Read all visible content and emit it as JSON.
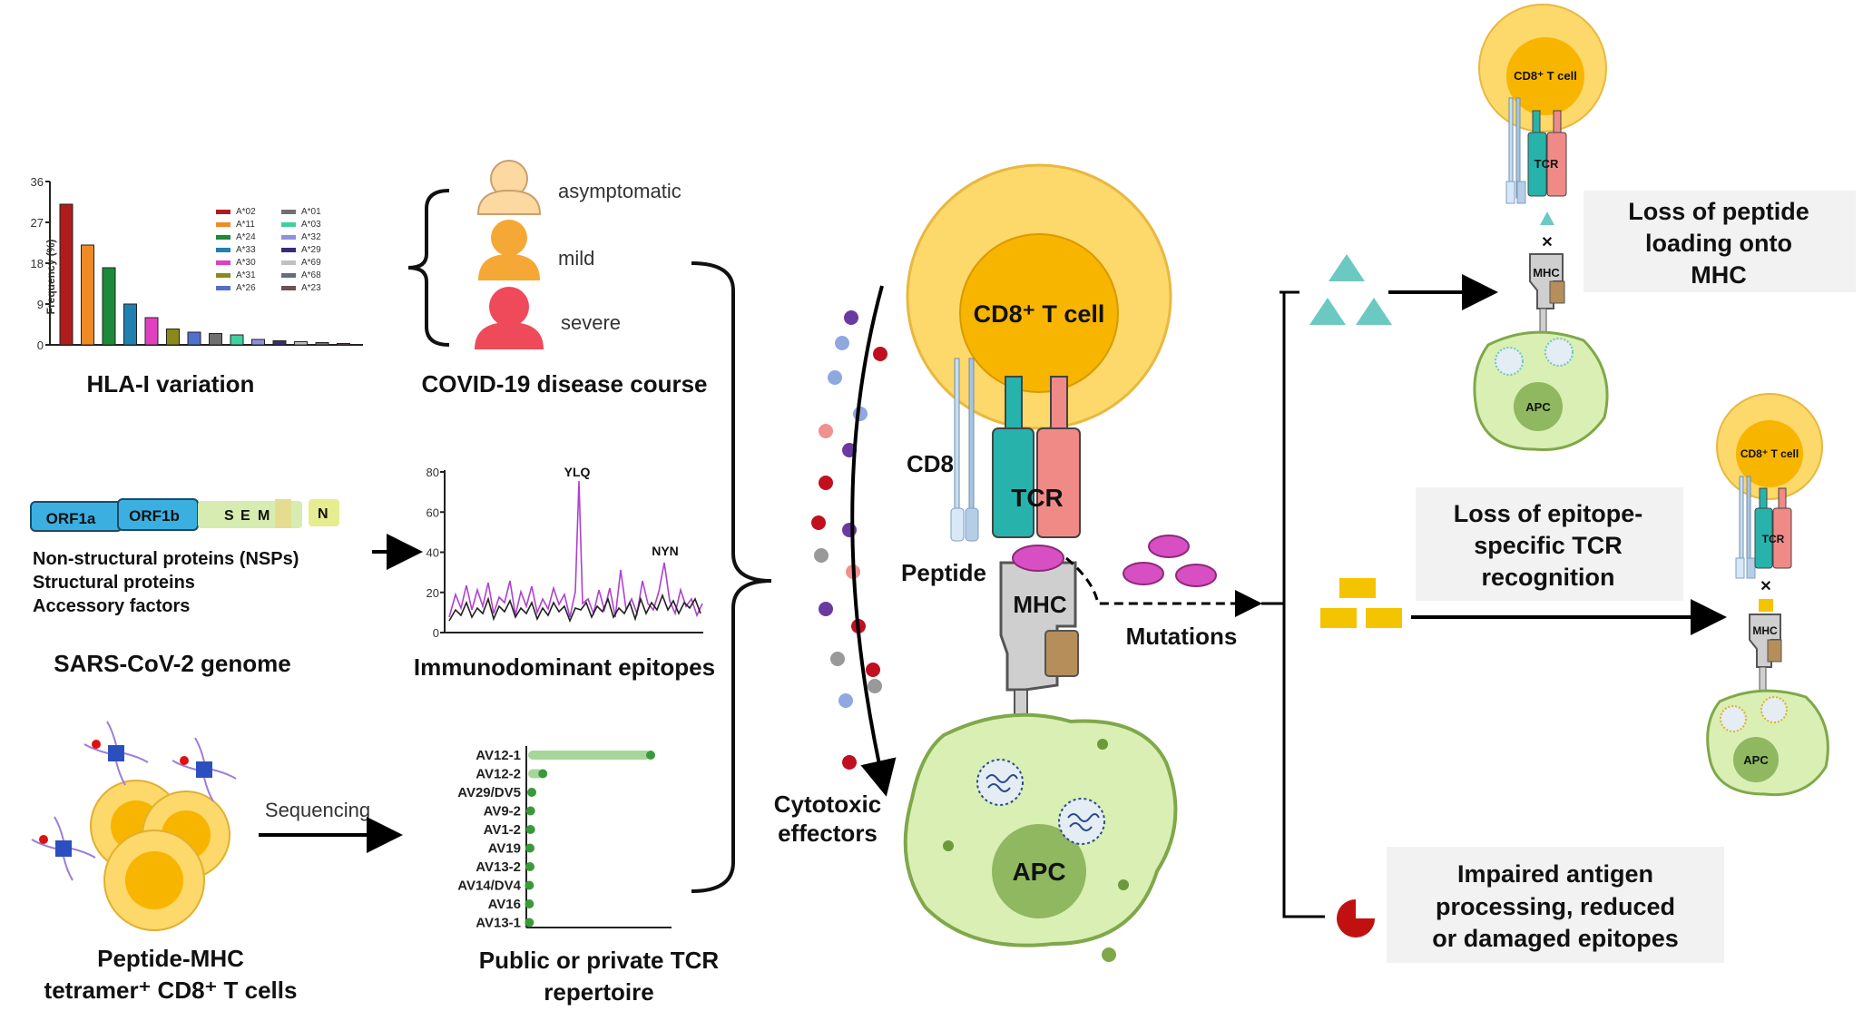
{
  "panels": {
    "hla": {
      "caption": "HLA-I variation",
      "ylabel": "Frequency (%)",
      "yticks": [
        "36",
        "27",
        "18",
        "9",
        "0"
      ],
      "legend": [
        {
          "name": "A*02",
          "color": "#b01c1c"
        },
        {
          "name": "A*11",
          "color": "#f08a24"
        },
        {
          "name": "A*24",
          "color": "#1d8a3a"
        },
        {
          "name": "A*33",
          "color": "#2080b0"
        },
        {
          "name": "A*30",
          "color": "#e040c0"
        },
        {
          "name": "A*31",
          "color": "#8a8a1a"
        },
        {
          "name": "A*26",
          "color": "#5070d0"
        },
        {
          "name": "A*01",
          "color": "#707070"
        },
        {
          "name": "A*03",
          "color": "#40d0a0"
        },
        {
          "name": "A*32",
          "color": "#9090e0"
        },
        {
          "name": "A*29",
          "color": "#3a2a7a"
        },
        {
          "name": "A*69",
          "color": "#c0c0c0"
        },
        {
          "name": "A*68",
          "color": "#607080"
        },
        {
          "name": "A*23",
          "color": "#705050"
        }
      ],
      "values": [
        31,
        22,
        17,
        9,
        6,
        3.5,
        2.8,
        2.5,
        2.2,
        1.2,
        0.9,
        0.7,
        0.5,
        0.3
      ]
    },
    "covid": {
      "caption": "COVID-19 disease course",
      "items": [
        {
          "label": "asymptomatic",
          "color": "#fbd9a0"
        },
        {
          "label": "mild",
          "color": "#f5a836"
        },
        {
          "label": "severe",
          "color": "#ee4a5a"
        }
      ]
    },
    "genome": {
      "caption": "SARS-CoV-2 genome",
      "segments": [
        "ORF1a",
        "ORF1b",
        "S",
        "E",
        "M",
        "N"
      ],
      "legend": [
        {
          "text": "Non-structural proteins (NSPs)",
          "color": "#3bb0e0"
        },
        {
          "text": "Structural proteins",
          "color": "#a8d08a"
        },
        {
          "text": "Accessory factors",
          "color": "#e0c850"
        }
      ]
    },
    "epitopes": {
      "caption": "Immunodominant epitopes",
      "yticks": [
        "80",
        "60",
        "40",
        "20",
        "0"
      ],
      "peaks": [
        "YLQ",
        "NYN"
      ]
    },
    "tetramer": {
      "caption_line1": "Peptide-MHC",
      "caption_line2": "tetramer⁺ CD8⁺ T cells",
      "arrow_label": "Sequencing"
    },
    "tcr": {
      "caption_line1": "Public or private TCR",
      "caption_line2": "repertoire",
      "genes": [
        "AV12-1",
        "AV12-2",
        "AV29/DV5",
        "AV9-2",
        "AV1-2",
        "AV19",
        "AV13-2",
        "AV14/DV4",
        "AV16",
        "AV13-1"
      ],
      "values": [
        100,
        12,
        3,
        2,
        2,
        1.5,
        1.5,
        1,
        1,
        1
      ]
    }
  },
  "center": {
    "tcell": "CD8⁺ T cell",
    "cd8": "CD8",
    "tcr": "TCR",
    "peptide": "Peptide",
    "mhc": "MHC",
    "apc": "APC",
    "effectors_line1": "Cytotoxic",
    "effectors_line2": "effectors",
    "mutations": "Mutations"
  },
  "outcomes": [
    {
      "lines": [
        "Loss of peptide",
        "loading onto",
        "MHC"
      ]
    },
    {
      "lines": [
        "Loss of epitope-",
        "specific TCR",
        "recognition"
      ]
    },
    {
      "lines": [
        "Impaired antigen",
        "processing, reduced",
        "or damaged epitopes"
      ]
    }
  ],
  "mini": {
    "tcell": "CD8⁺ T cell",
    "tcr": "TCR",
    "mhc": "MHC",
    "apc": "APC"
  },
  "colors": {
    "tcell_outer": "#fdd86a",
    "tcell_inner": "#f7b500",
    "apc": "#d9efb4",
    "apc_nucleus": "#8fb860",
    "tcr_teal": "#27b3ac",
    "tcr_pink": "#f08a87",
    "peptide": "#d84fc3"
  }
}
